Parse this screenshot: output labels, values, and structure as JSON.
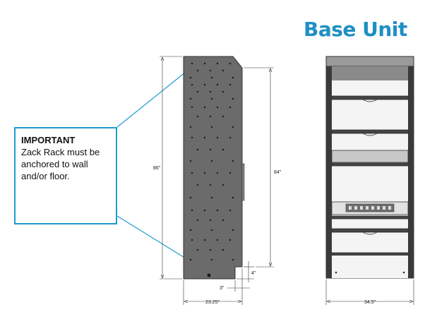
{
  "title": "Base Unit",
  "callout": {
    "heading": "IMPORTANT",
    "body": "Zack Rack must be anchored to wall and/or floor."
  },
  "dimensions": {
    "side_height": "86\"",
    "side_height_inner": "84\"",
    "side_width": "23.25\"",
    "step_height": "4\"",
    "step_depth": "3\"",
    "front_width": "34.5\""
  },
  "colors": {
    "accent": "#1e9cd0",
    "panel": "#6b6b6b",
    "frame": "#3a3a3a"
  }
}
